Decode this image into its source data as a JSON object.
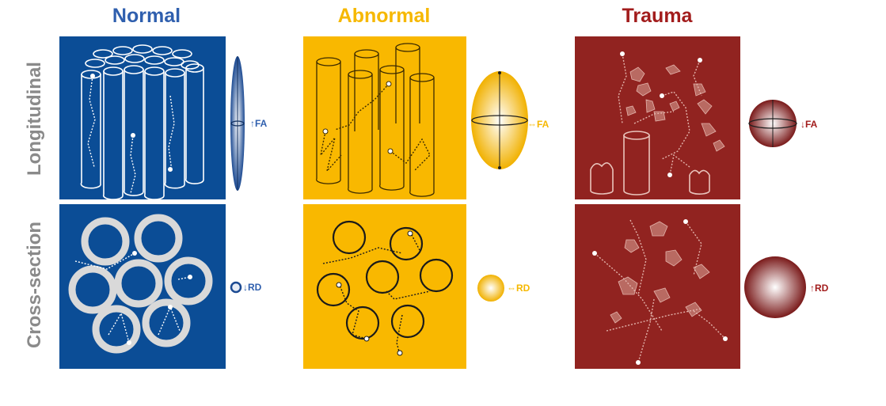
{
  "columns": [
    {
      "title": "Normal",
      "color": "#2f5fae",
      "panel_color": "#0b4d96"
    },
    {
      "title": "Abnormal",
      "color": "#f6b800",
      "panel_color": "#f9b800"
    },
    {
      "title": "Trauma",
      "color": "#a21c1c",
      "panel_color": "#912320"
    }
  ],
  "rows": [
    "Longitudinal",
    "Cross-section"
  ],
  "metrics": {
    "normal_fa": "↑FA",
    "normal_rd": "↓RD",
    "abnormal_fa": "⇔FA",
    "abnormal_rd": "⇔RD",
    "trauma_fa": "↓FA",
    "trauma_rd": "↑RD"
  }
}
